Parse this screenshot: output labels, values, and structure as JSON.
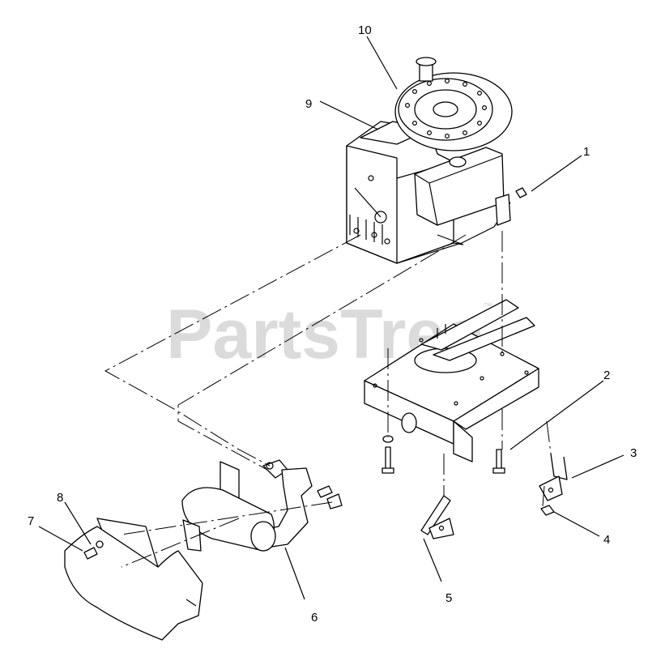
{
  "watermark": {
    "text": "PartsTree",
    "tm": "™"
  },
  "callouts": [
    {
      "id": "1",
      "label": "1"
    },
    {
      "id": "2",
      "label": "2"
    },
    {
      "id": "3",
      "label": "3"
    },
    {
      "id": "4",
      "label": "4"
    },
    {
      "id": "5",
      "label": "5"
    },
    {
      "id": "6",
      "label": "6"
    },
    {
      "id": "7",
      "label": "7"
    },
    {
      "id": "8",
      "label": "8"
    },
    {
      "id": "9",
      "label": "9"
    },
    {
      "id": "10",
      "label": "10"
    }
  ],
  "colors": {
    "line": "#000000",
    "watermark": "#cfcfcf",
    "background": "#ffffff"
  }
}
